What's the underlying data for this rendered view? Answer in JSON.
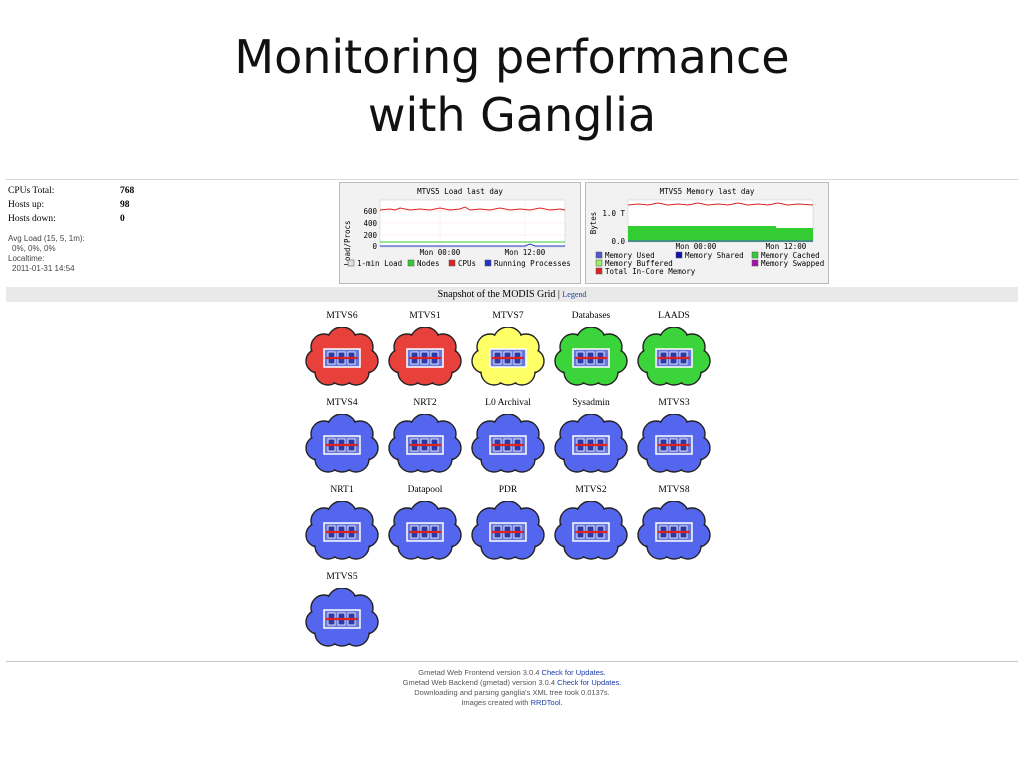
{
  "slide": {
    "title_line1": "Monitoring performance",
    "title_line2": "with Ganglia"
  },
  "stats": {
    "cpus_label": "CPUs Total:",
    "cpus_value": "768",
    "hosts_up_label": "Hosts up:",
    "hosts_up_value": "98",
    "hosts_down_label": "Hosts down:",
    "hosts_down_value": "0",
    "avg_load_label": "Avg Load (15, 5, 1m):",
    "avg_load_value": "0%, 0%, 0%",
    "localtime_label": "Localtime:",
    "localtime_value": "2011-01-31 14:54"
  },
  "load_graph": {
    "title": "MTVS5 Load last day",
    "ylabel": "Load/Procs",
    "yticks": [
      "600",
      "400",
      "200",
      "0"
    ],
    "xticks": [
      "Mon 00:00",
      "Mon 12:00"
    ],
    "legend": [
      {
        "label": "1-min Load",
        "color": "#dddddd"
      },
      {
        "label": "Nodes",
        "color": "#33cc33"
      },
      {
        "label": "CPUs",
        "color": "#dd2222"
      },
      {
        "label": "Running Processes",
        "color": "#2233cc"
      }
    ]
  },
  "memory_graph": {
    "title": "MTVS5 Memory last day",
    "ylabel": "Bytes",
    "yticks": [
      "1.0 T",
      "0.0"
    ],
    "xticks": [
      "Mon 00:00",
      "Mon 12:00"
    ],
    "legend": [
      {
        "label": "Memory Used",
        "color": "#5555cc"
      },
      {
        "label": "Memory Shared",
        "color": "#1111aa"
      },
      {
        "label": "Memory Cached",
        "color": "#33cc33"
      },
      {
        "label": "Memory Buffered",
        "color": "#99ee66"
      },
      {
        "label": "Memory Swapped",
        "color": "#aa11aa"
      },
      {
        "label": "Total In-Core Memory",
        "color": "#dd2222"
      }
    ]
  },
  "snapshot": {
    "text": "Snapshot of the MODIS Grid",
    "separator": "|",
    "legend_link": "Legend"
  },
  "clusters": [
    {
      "name": "MTVS6",
      "status": "red"
    },
    {
      "name": "MTVS1",
      "status": "red"
    },
    {
      "name": "MTVS7",
      "status": "yellow"
    },
    {
      "name": "Databases",
      "status": "green"
    },
    {
      "name": "LAADS",
      "status": "green"
    },
    {
      "name": "MTVS4",
      "status": "blue"
    },
    {
      "name": "NRT2",
      "status": "blue"
    },
    {
      "name": "L0 Archival",
      "status": "blue"
    },
    {
      "name": "Sysadmin",
      "status": "blue"
    },
    {
      "name": "MTVS3",
      "status": "blue"
    },
    {
      "name": "NRT1",
      "status": "blue"
    },
    {
      "name": "Datapool",
      "status": "blue"
    },
    {
      "name": "PDR",
      "status": "blue"
    },
    {
      "name": "MTVS2",
      "status": "blue"
    },
    {
      "name": "MTVS8",
      "status": "blue"
    },
    {
      "name": "MTVS5",
      "status": "blue"
    }
  ],
  "colors": {
    "red": "#e8413b",
    "yellow": "#ffff66",
    "green": "#3bd43b",
    "blue": "#5566ee"
  },
  "footer": {
    "line1": "Gmetad Web Frontend version 3.0.4",
    "line1_link": "Check for Updates.",
    "line2": "Gmetad Web Backend (gmetad) version 3.0.4",
    "line2_link": "Check for Updates.",
    "line3": "Downloading and parsing ganglia's XML tree took 0.0137s.",
    "line4": "Images created with",
    "line4_link": "RRDTool."
  }
}
